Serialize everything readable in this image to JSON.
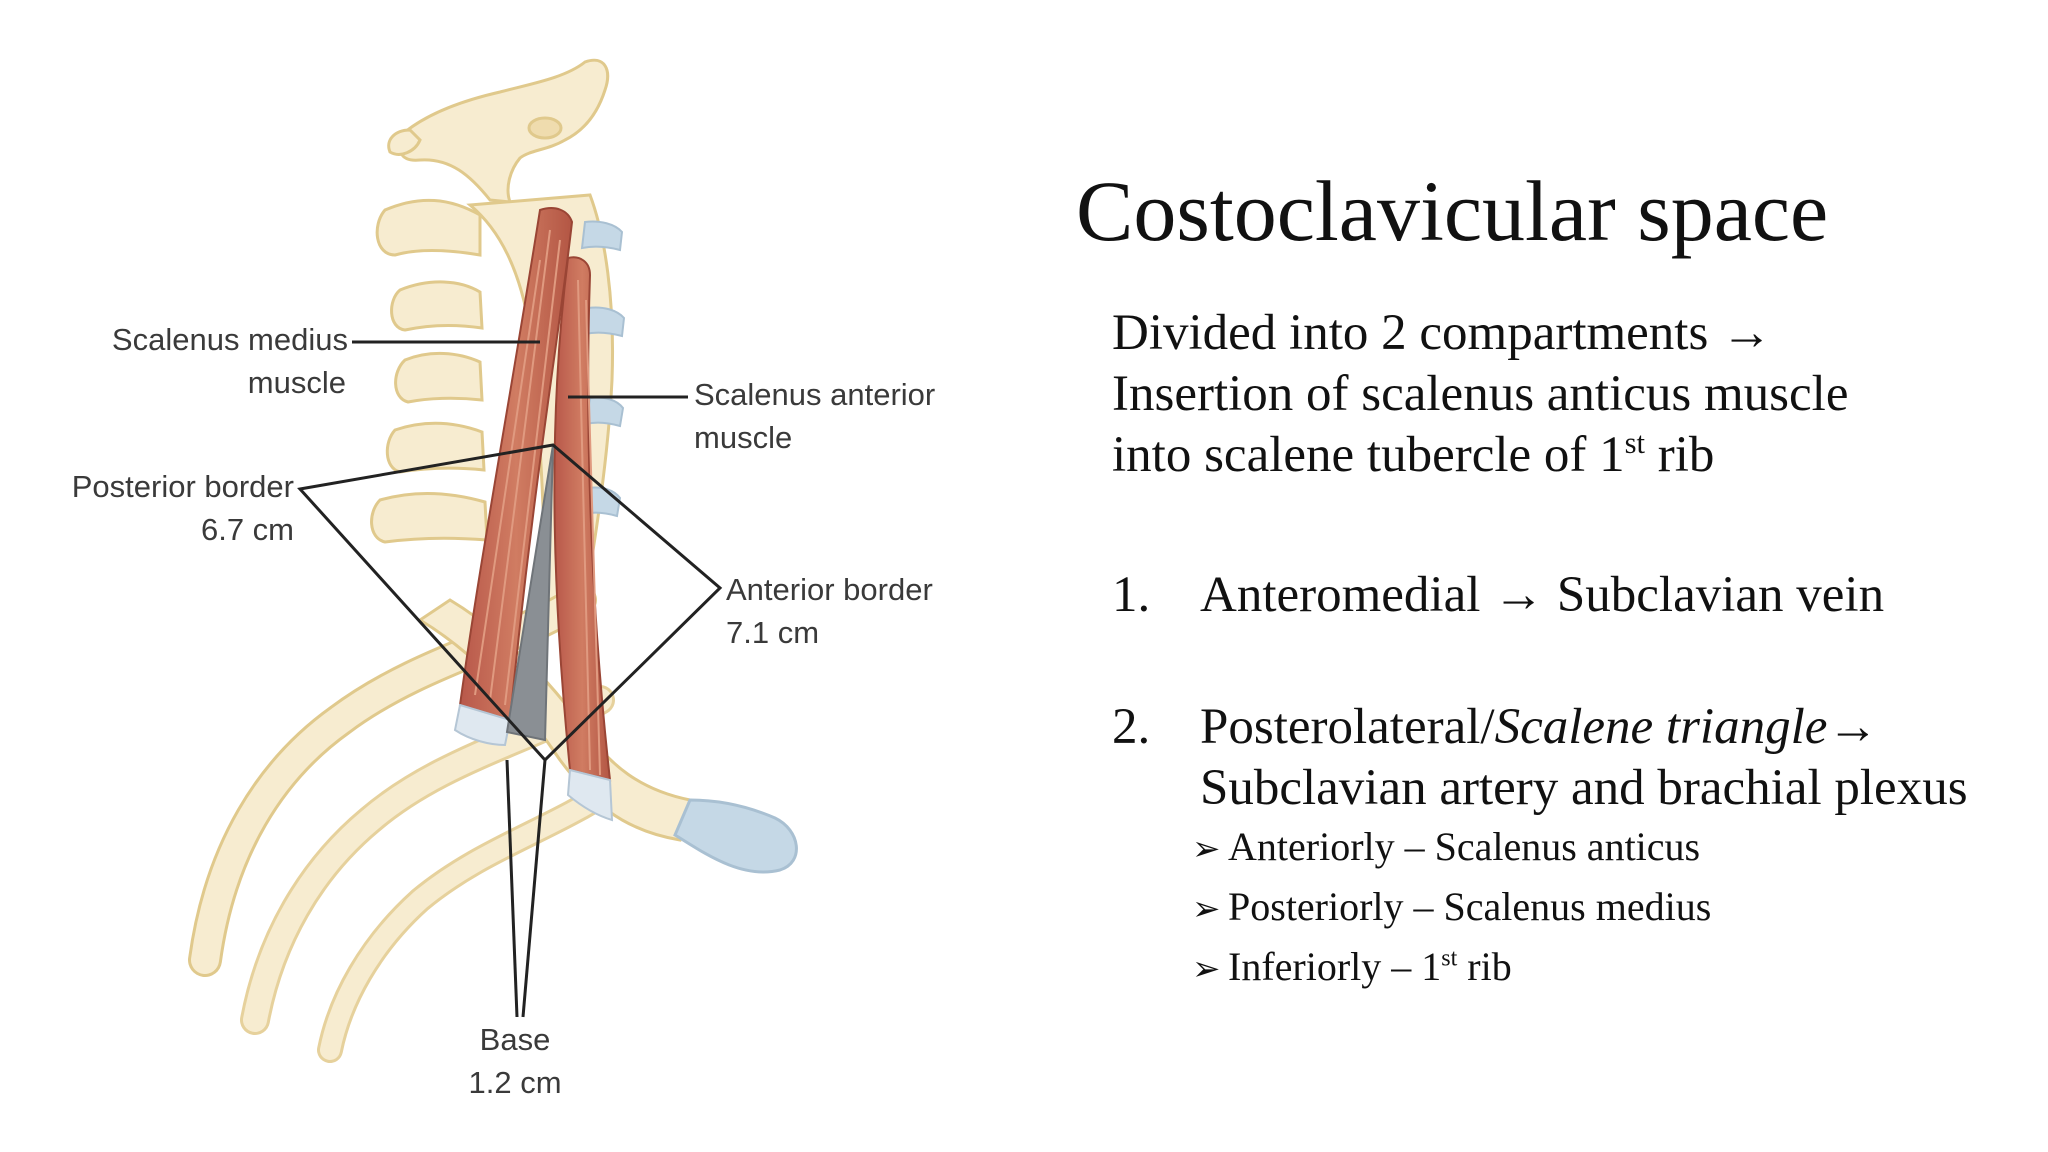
{
  "slide": {
    "title": "Costoclavicular space",
    "intro": {
      "line1": "Divided into 2 compartments",
      "arrow": "→",
      "line2": "Insertion of scalenus anticus muscle",
      "line3_pre": "into scalene tubercle of 1",
      "line3_sup": "st",
      "line3_post": " rib"
    },
    "items": [
      {
        "number": "1.",
        "part1": "Anteromedial",
        "arrow": "→",
        "part2": "Subclavian vein"
      },
      {
        "number": "2.",
        "part1_plain": "Posterolateral/",
        "part1_italic": "Scalene triangle",
        "arrow": "→",
        "line2": "Subclavian artery and brachial plexus"
      }
    ],
    "sub_items": [
      {
        "bullet": "➢",
        "text": "Anteriorly – Scalenus anticus"
      },
      {
        "bullet": "➢",
        "text": "Posteriorly – Scalenus medius"
      },
      {
        "bullet": "➢",
        "text_pre": "Inferiorly – 1",
        "sup": "st",
        "text_post": " rib"
      }
    ]
  },
  "diagram": {
    "labels": {
      "scalenus_medius_1": "Scalenus medius",
      "scalenus_medius_2": "muscle",
      "scalenus_anterior_1": "Scalenus anterior",
      "scalenus_anterior_2": "muscle",
      "posterior_border_1": "Posterior border",
      "posterior_border_2": "6.7 cm",
      "anterior_border_1": "Anterior border",
      "anterior_border_2": "7.1 cm",
      "base_1": "Base",
      "base_2": "1.2 cm"
    },
    "colors": {
      "bone_fill": "#f7ecd0",
      "bone_stroke": "#e0c98c",
      "cartilage": "#c5d8e6",
      "muscle": "#c46a55",
      "muscle_dark": "#a84e3c",
      "triangle_gray": "#8a8f94",
      "leader_line": "#222222"
    }
  }
}
